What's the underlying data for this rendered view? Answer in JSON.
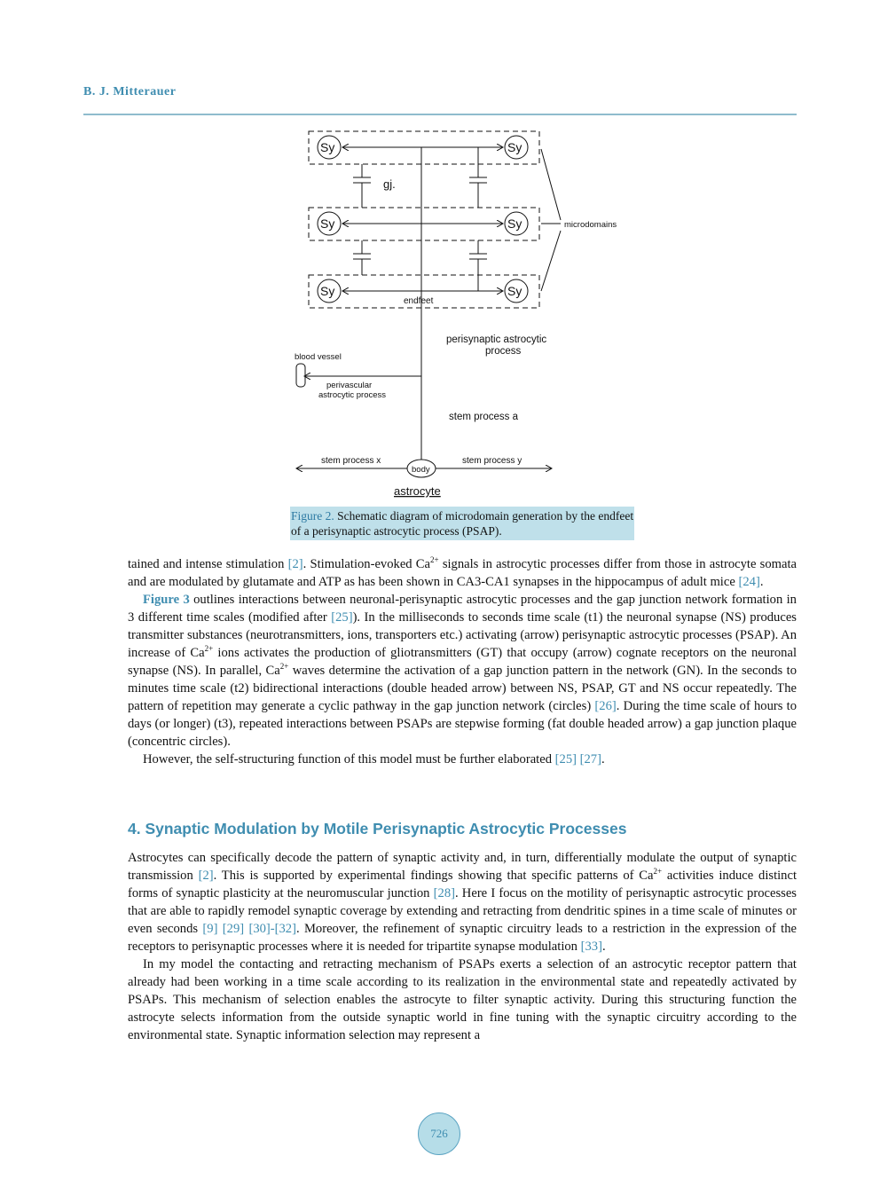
{
  "header": {
    "author": "B. J. Mitterauer"
  },
  "figure": {
    "labels": {
      "sy": "Sy",
      "gj": "gj.",
      "microdomains": "microdomains",
      "endfeet": "endfeet",
      "psap_line1": "perisynaptic astrocytic",
      "psap_line2": "process",
      "blood_vessel": "blood vessel",
      "perivascular_line1": "perivascular",
      "perivascular_line2": "astrocytic process",
      "stem_a": "stem process a",
      "stem_x": "stem process x",
      "stem_y": "stem process y",
      "body": "body",
      "astrocyte": "astrocyte"
    },
    "caption_label": "Figure 2.",
    "caption_text": " Schematic diagram of microdomain generation by the endfeet of a perisynaptic astrocytic process (PSAP)."
  },
  "paragraphs": {
    "p1": [
      "tained and intense stimulation ",
      "[2]",
      ". Stimulation-evoked Ca",
      "2+",
      " signals in astrocytic processes differ from those in astrocyte somata and are modulated by glutamate and ATP as has been shown in CA3-CA1 synapses in the hippocampus of adult mice ",
      "[24]",
      "."
    ],
    "p2": [
      "Figure 3",
      " outlines interactions between neuronal-perisynaptic astrocytic processes and the gap junction network formation in 3 different time scales (modified after ",
      "[25]",
      "). In the milliseconds to seconds time scale (t1) the neuronal synapse (NS) produces transmitter substances (neurotransmitters, ions, transporters etc.) activating (arrow) perisynaptic astrocytic processes (PSAP). An increase of Ca",
      "2+",
      " ions activates the production of gliotransmitters (GT) that occupy (arrow) cognate receptors on the neuronal synapse (NS). In parallel, Ca",
      "2+",
      " waves determine the activation of a gap junction pattern in the network (GN). In the seconds to minutes time scale (t2) bidirectional interactions (double headed arrow) between NS, PSAP, GT and NS occur repeatedly. The pattern of repetition may generate a cyclic pathway in the gap junction network (circles) ",
      "[26]",
      ". During the time scale of hours to days (or longer) (t3), repeated interactions between PSAPs are stepwise forming (fat double headed arrow) a gap junction plaque (concentric circles)."
    ],
    "p3": [
      "However, the self-structuring function of this model must be further elaborated ",
      "[25]",
      " ",
      "[27]",
      "."
    ],
    "section_title": "4. Synaptic Modulation by Motile Perisynaptic Astrocytic Processes",
    "p4": [
      "Astrocytes can specifically decode the pattern of synaptic activity and, in turn, differentially modulate the output of synaptic transmission ",
      "[2]",
      ". This is supported by experimental findings showing that specific patterns of Ca",
      "2+",
      " activities induce distinct forms of synaptic plasticity at the neuromuscular junction ",
      "[28]",
      ". Here I focus on the motility of perisynaptic astrocytic processes that are able to rapidly remodel synaptic coverage by extending and retracting from dendritic spines in a time scale of minutes or even seconds ",
      "[9]",
      " ",
      "[29]",
      " ",
      "[30]-[32]",
      ". Moreover, the refinement of synaptic circuitry leads to a restriction in the expression of the receptors to perisynaptic processes where it is needed for tripartite synapse modulation ",
      "[33]",
      "."
    ],
    "p5": "In my model the contacting and retracting mechanism of PSAPs exerts a selection of an astrocytic receptor pattern that already had been working in a time scale according to its realization in the environmental state and repeatedly activated by PSAPs. This mechanism of selection enables the astrocyte to filter synaptic activity. During this structuring function the astrocyte selects information from the outside synaptic world in fine tuning with the synaptic circuitry according to the environmental state. Synaptic information selection may represent a"
  },
  "page_number": "726"
}
